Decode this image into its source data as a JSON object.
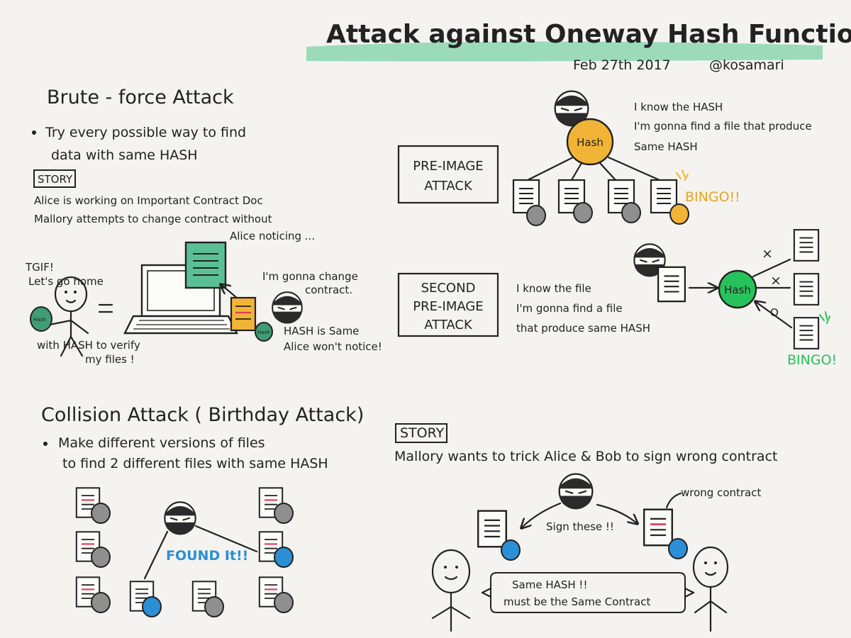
{
  "header": {
    "title": "Attack against Oneway Hash Function",
    "date": "Feb 27th 2017",
    "author": "@kosamari"
  },
  "colors": {
    "highlight": "#7ed3a8",
    "orange": "#f1b436",
    "green": "#27c25b",
    "blue": "#2b8fd6",
    "gray": "#8f8f8f",
    "red": "#e23b55",
    "paper": "#f4f3ef"
  },
  "hash_label": "Hash",
  "brute_force": {
    "title": "Brute - force  Attack",
    "bullet_line1": "Try  every  possible  way  to  find",
    "bullet_line2": "data  with  same  HASH",
    "story_tag": "STORY",
    "story_line1": "Alice  is  working  on  Important  Contract  Doc",
    "story_line2": "Mallory  attempts  to  change  contract  without",
    "story_line3": "Alice  noticing ...",
    "alice_line1": "TGIF!",
    "alice_line2": "Let's  go home",
    "alice_caption1": "with  HASH  to  verify",
    "alice_caption2": "my  files !",
    "mallory_line1": "I'm  gonna  change",
    "mallory_line2": "contract.",
    "mallory_caption1": "HASH  is  Same",
    "mallory_caption2": "Alice  won't  notice!"
  },
  "preimage": {
    "label_line1": "PRE-IMAGE",
    "label_line2": "ATTACK",
    "quote_line1": "I  know  the  HASH",
    "quote_line2": "I'm  gonna  find  a  file  that  produce",
    "quote_line3": "Same  HASH",
    "bingo": "BINGO!!"
  },
  "second_preimage": {
    "label_line1": "SECOND",
    "label_line2": "PRE-IMAGE",
    "label_line3": "ATTACK",
    "quote_line1": "I  know  the  file",
    "quote_line2": "I'm  gonna  find  a  file",
    "quote_line3": "that  produce  same  HASH",
    "mark_x": "×",
    "mark_o": "O",
    "bingo": "BINGO!"
  },
  "collision": {
    "title": "Collision  Attack ( Birthday  Attack)",
    "bullet_line1": "Make  different  versions  of  files",
    "bullet_line2": "to  find  2  different  files  with  same  HASH",
    "found": "FOUND  It!!"
  },
  "story2": {
    "tag": "STORY",
    "line": "Mallory  wants  to  trick  Alice  &  Bob  to  sign  wrong  contract",
    "sign": "Sign  these !!",
    "wrong": "wrong  contract",
    "bubble_line1": "Same  HASH !!",
    "bubble_line2": "must  be  the  Same  Contract"
  }
}
